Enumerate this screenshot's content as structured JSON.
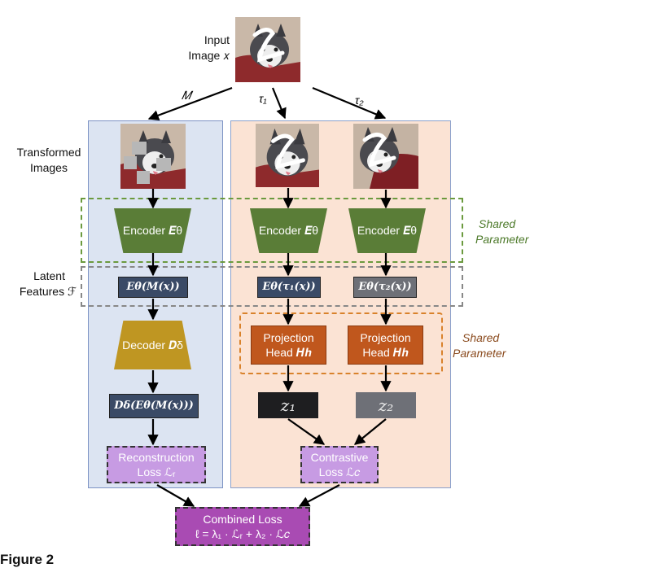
{
  "input": {
    "label_line1": "Input",
    "label_line2": "Image 𝑥"
  },
  "transforms": {
    "mask": "𝑀",
    "tau1": "τ₁",
    "tau2": "τ₂"
  },
  "labels": {
    "transformed_line1": "Transformed",
    "transformed_line2": "Images",
    "latent_line1": "Latent",
    "latent_line2": "Features ℱ",
    "shared1_line1": "Shared",
    "shared1_line2": "Parameter",
    "shared2_line1": "Shared",
    "shared2_line2": "Parameter",
    "figure_caption": "Figure 2"
  },
  "encoders": [
    "Encoder 𝑬θ",
    "Encoder 𝑬θ",
    "Encoder 𝑬θ"
  ],
  "features": [
    "𝑬θ(𝑴(𝒙))",
    "𝑬θ(𝝉₁(𝒙))",
    "𝑬θ(𝝉₂(𝒙))"
  ],
  "decoder": {
    "label": "Decoder 𝑫δ",
    "output": "𝑫δ(𝑬θ(𝑴(𝒙)))"
  },
  "projection": [
    {
      "line1": "Projection",
      "line2": "Head 𝑯𝒉"
    },
    {
      "line1": "Projection",
      "line2": "Head 𝑯𝒉"
    }
  ],
  "embeddings": [
    "𝑧₁",
    "𝑧₂"
  ],
  "losses": {
    "reconstruction_line1": "Reconstruction",
    "reconstruction_line2": "Loss ℒᵣ",
    "contrastive_line1": "Contrastive",
    "contrastive_line2": "Loss ℒ𝑐",
    "combined_line1": "Combined Loss",
    "combined_line2": "ℓ = λ₁ · ℒᵣ + λ₂ · ℒ𝑐"
  },
  "colors": {
    "left_panel": "#dce4f2",
    "right_panel": "#fbe3d4",
    "encoder": "#5a7d37",
    "decoder": "#bf9622",
    "projection": "#c0571d",
    "feature_box": "#3a4a66",
    "loss_box": "#c79be3",
    "combined_box": "#a94bb3",
    "shared_green": "#6b9a3e",
    "shared_orange": "#d9822b"
  }
}
